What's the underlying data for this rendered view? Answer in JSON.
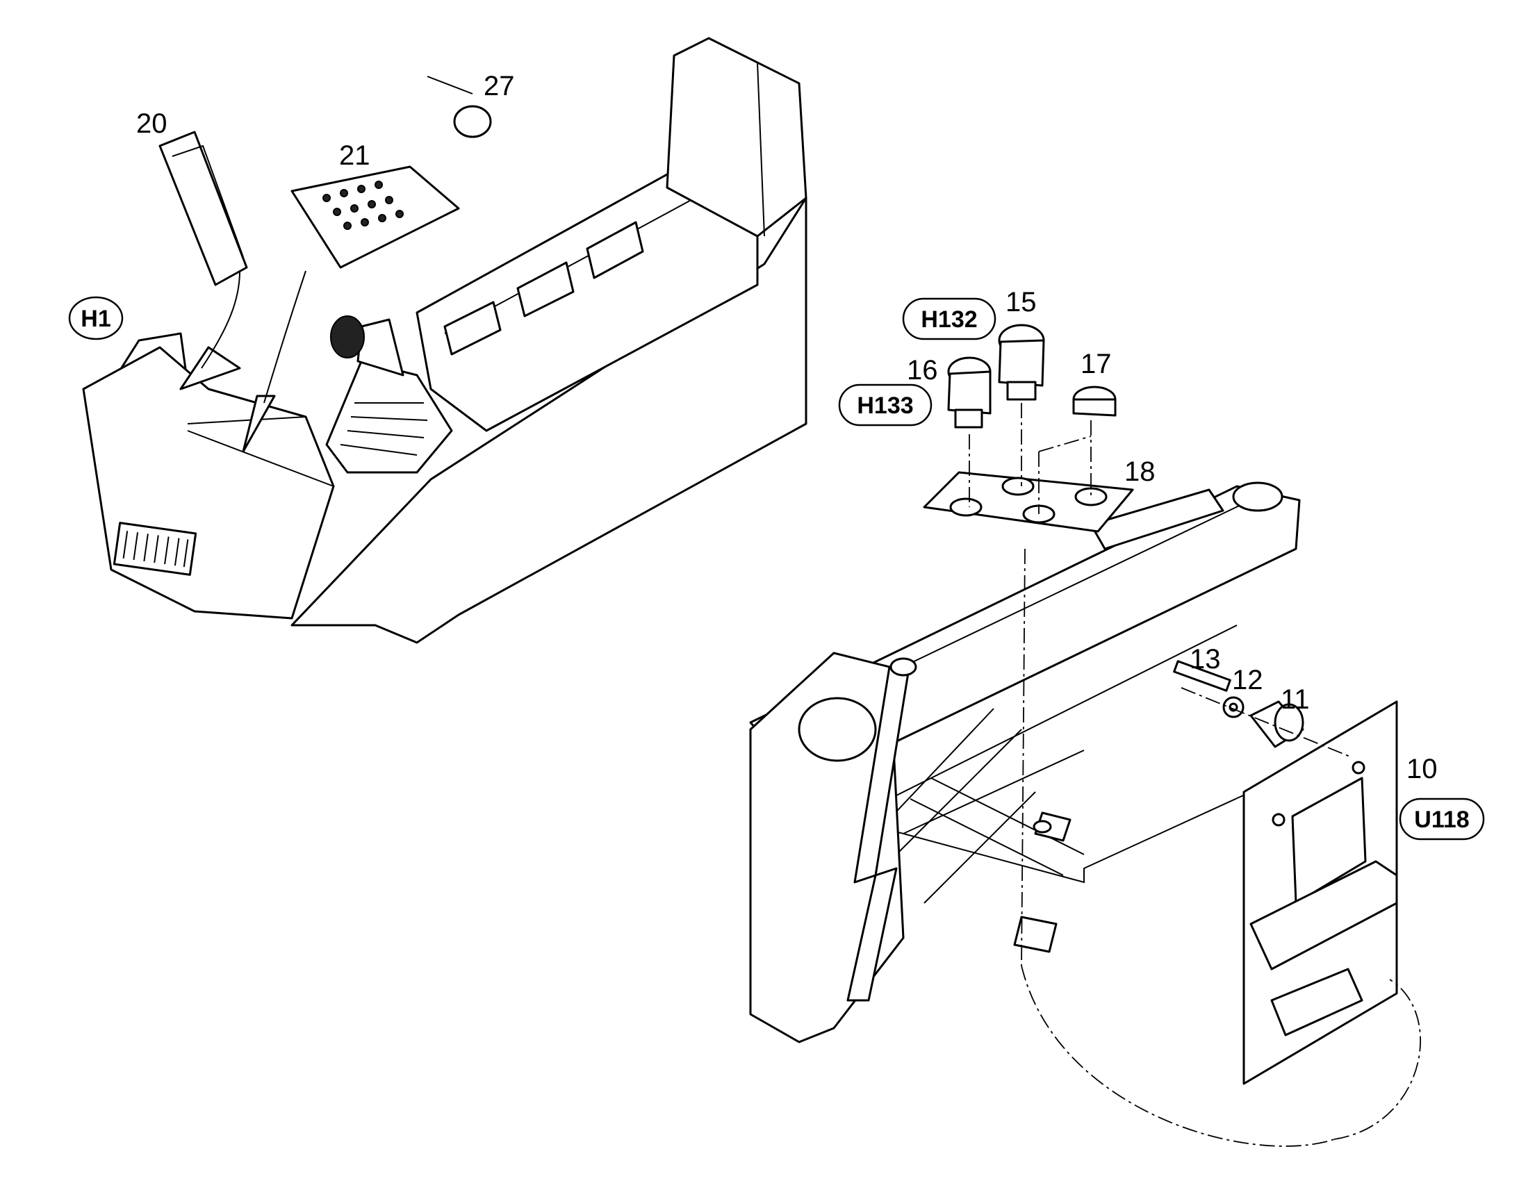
{
  "part_numbers": {
    "p10": "10",
    "p11": "11",
    "p12": "12",
    "p13": "13",
    "p15": "15",
    "p16": "16",
    "p17": "17",
    "p18": "18",
    "p20": "20",
    "p21": "21",
    "p27": "27"
  },
  "callouts": {
    "h1": "H1",
    "h132": "H132",
    "h133": "H133",
    "u118": "U118"
  }
}
